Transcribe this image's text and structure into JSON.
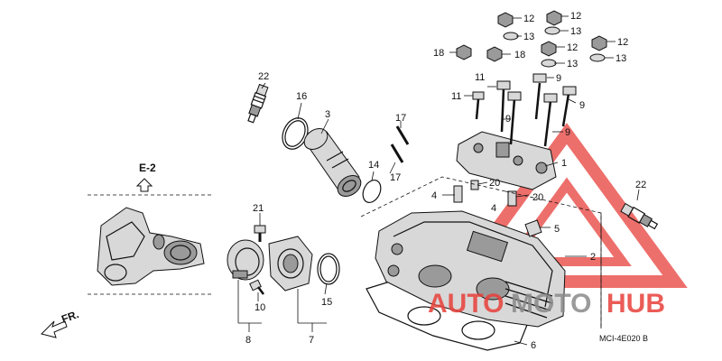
{
  "diagram": {
    "section_label": "E-2",
    "direction_label": "FR.",
    "drawing_code": "MCI-4E020 B",
    "callouts": {
      "c1": "1",
      "c2": "2",
      "c3": "3",
      "c4a": "4",
      "c4b": "4",
      "c5": "5",
      "c6": "6",
      "c7": "7",
      "c8": "8",
      "c9a": "9",
      "c9b": "9",
      "c9c": "9",
      "c9d": "9",
      "c10": "10",
      "c11a": "11",
      "c11b": "11",
      "c12a": "12",
      "c12b": "12",
      "c12c": "12",
      "c12d": "12",
      "c13a": "13",
      "c13b": "13",
      "c13c": "13",
      "c13d": "13",
      "c14": "14",
      "c15": "15",
      "c16": "16",
      "c17a": "17",
      "c17b": "17",
      "c18a": "18",
      "c18b": "18",
      "c20a": "20",
      "c20b": "20",
      "c21": "21",
      "c22a": "22",
      "c22b": "22"
    }
  },
  "watermark": {
    "text_auto": "AUTO",
    "text_moto": "MOTO",
    "text_hub": "HUB",
    "color_red": "#e8403a",
    "color_gray": "#8a8a8a"
  }
}
